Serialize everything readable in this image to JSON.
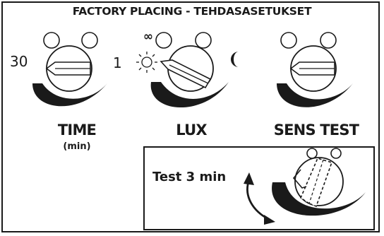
{
  "header": {
    "title": "FACTORY PLACING - TEHDASASETUKSET"
  },
  "dials": [
    {
      "label": "TIME",
      "sublabel": "(min)",
      "min_marker": "30",
      "max_marker": "1"
    },
    {
      "label": "LUX",
      "min_marker_icon": "sun-icon",
      "infinity_symbol": "∞",
      "max_marker_icon": "moon-icon"
    },
    {
      "label": "SENS TEST"
    }
  ],
  "test_panel": {
    "label": "Test 3 min",
    "arrow_icon": "double-arrow-icon"
  },
  "colors": {
    "ink": "#1a1a1a",
    "background": "#ffffff"
  }
}
